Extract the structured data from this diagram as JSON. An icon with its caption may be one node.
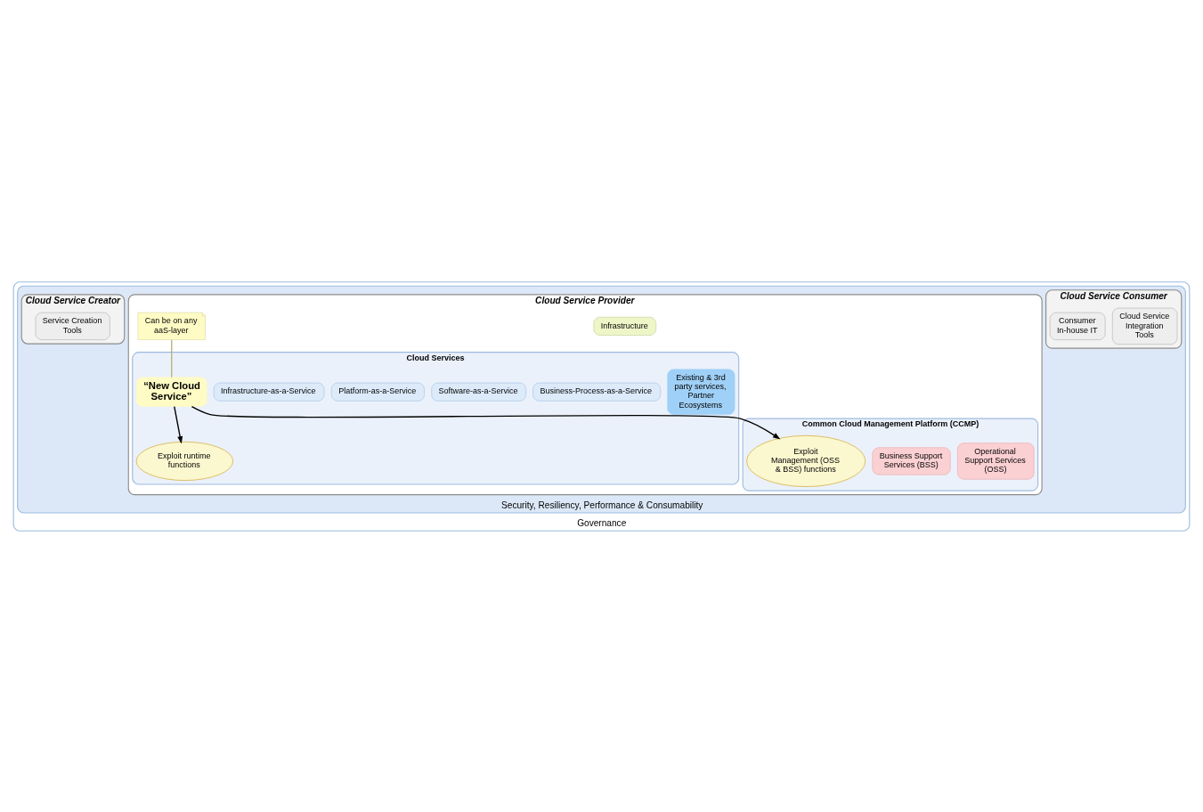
{
  "diagram": {
    "nodes": [
      {
        "text": [
          "Governance"
        ]
      },
      {
        "text": [
          "Security, Resiliency, Performance & Consumability"
        ],
        "in": 0
      },
      {
        "text": [
          "Cloud Service Consumer"
        ],
        "in": 1
      },
      {
        "text": [
          "Cloud Service Integration Tools"
        ],
        "in": 2
      },
      {
        "text": [
          "Consumer In-house IT"
        ],
        "in": 2
      },
      {
        "text": [
          "Cloud Service Provider"
        ],
        "in": 1
      },
      {
        "text": [
          "Cloud Services"
        ],
        "in": 5
      },
      {
        "text": [
          "Existing & 3rd party services, Partner Ecosystems"
        ],
        "in": 6
      },
      {
        "text": [
          "Business-Process-as-a-Service"
        ],
        "in": 6
      },
      {
        "text": [
          "Software-as-a-Service"
        ],
        "in": 6
      },
      {
        "text": [
          "Platform-as-a-Service"
        ],
        "in": 6
      },
      {
        "text": [
          "Infrastructure-as-a-Service"
        ],
        "in": 6
      },
      {
        "text": [
          "“New Cloud Service”"
        ],
        "in": 6
      },
      {
        "text": [
          "Exploit runtime functions"
        ],
        "in": 6
      },
      {
        "text": [
          "Common Cloud Management Platform (CCMP)"
        ],
        "in": 5
      },
      {
        "text": [
          "Operational Support Services (OSS)"
        ],
        "in": 14
      },
      {
        "text": [
          "Business Support Services (BSS)"
        ],
        "in": 14
      },
      {
        "text": [
          "Exploit Management (OSS & BSS) functions"
        ],
        "in": 14
      },
      {
        "text": [
          "Infrastructure"
        ],
        "in": 5
      },
      {
        "text": [
          "Cloud Service Creator"
        ],
        "in": 1
      },
      {
        "text": [
          "Service Creation Tools"
        ],
        "in": 19
      },
      {
        "text": [
          "Can be on any aaS-layer"
        ],
        "in": 5
      }
    ],
    "edges": [
      {
        "from": 21,
        "to": 12,
        "arrow": "none",
        "color": "#b8b480"
      },
      {
        "from": 12,
        "to": 17,
        "arrow": "to"
      },
      {
        "from": 12,
        "to": 13,
        "arrow": "to"
      }
    ]
  }
}
